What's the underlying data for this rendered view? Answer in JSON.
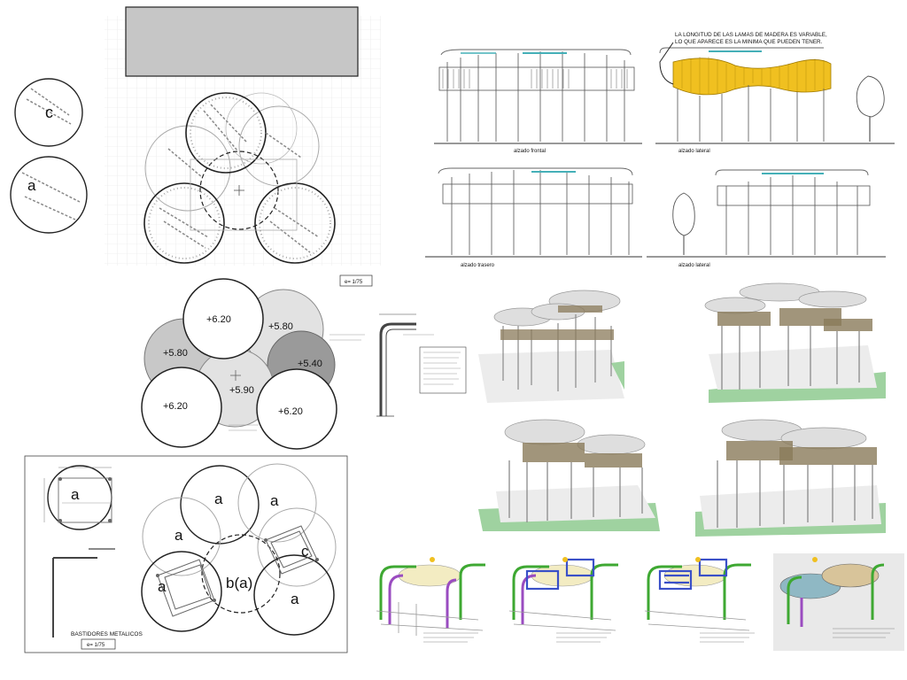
{
  "top_plan": {
    "letters": [
      "c",
      "a"
    ],
    "scale_label": "e= 1/75"
  },
  "heights": {
    "values": [
      "+6.20",
      "+5.80",
      "+5.80",
      "+5.40",
      "+5.90",
      "+6.20",
      "+6.20"
    ]
  },
  "elevations": {
    "note_line1": "LA LONGITUD DE LAS LAMAS DE MADERA ES VARIABLE,",
    "note_line2": "LO QUE APARECE ES LA MINIMA QUE PUEDEN TENER.",
    "frontal": "alzado frontal",
    "lateral1": "alzado lateral",
    "trasero": "alzado trasero",
    "lateral2": "alzado lateral"
  },
  "frames": {
    "letters": [
      "a",
      "a",
      "a",
      "a",
      "a",
      "a",
      "c",
      "b(a)"
    ],
    "title": "BASTIDORES METALICOS",
    "scale_label": "e= 1/75"
  },
  "colors": {
    "ink": "#222222",
    "wood": "#f0c020",
    "grey_dark": "#9a9a9a",
    "grey_mid": "#c8c8c8",
    "grey_light": "#e2e2e2",
    "beam_blue": "#45b0b8",
    "frame_green": "#3ea832",
    "frame_purple": "#9a4cc0",
    "frame_blue": "#3a50c8",
    "canopy_yellow": "#f3ecc2",
    "panel_teal": "#8fb8c4",
    "panel_tan": "#d8c49a"
  }
}
